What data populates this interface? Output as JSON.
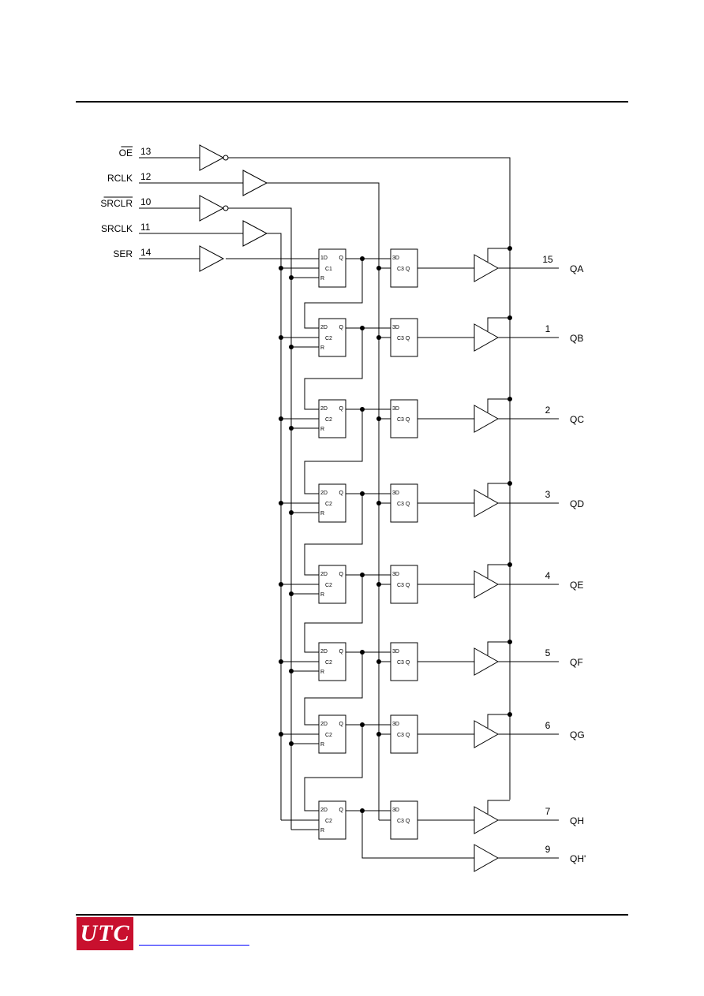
{
  "inputs": [
    {
      "name": "OE",
      "pin": "13",
      "overbar": true
    },
    {
      "name": "RCLK",
      "pin": "12",
      "overbar": false
    },
    {
      "name": "SRCLR",
      "pin": "10",
      "overbar": true
    },
    {
      "name": "SRCLK",
      "pin": "11",
      "overbar": false
    },
    {
      "name": "SER",
      "pin": "14",
      "overbar": false
    }
  ],
  "stages": [
    {
      "ff_d": "1D",
      "ff_clk": "C1",
      "out_pin": "15",
      "out_name": "QA"
    },
    {
      "ff_d": "2D",
      "ff_clk": "C2",
      "out_pin": "1",
      "out_name": "QB"
    },
    {
      "ff_d": "2D",
      "ff_clk": "C2",
      "out_pin": "2",
      "out_name": "QC"
    },
    {
      "ff_d": "2D",
      "ff_clk": "C2",
      "out_pin": "3",
      "out_name": "QD"
    },
    {
      "ff_d": "2D",
      "ff_clk": "C2",
      "out_pin": "4",
      "out_name": "QE"
    },
    {
      "ff_d": "2D",
      "ff_clk": "C2",
      "out_pin": "5",
      "out_name": "QF"
    },
    {
      "ff_d": "2D",
      "ff_clk": "C2",
      "out_pin": "6",
      "out_name": "QG"
    },
    {
      "ff_d": "2D",
      "ff_clk": "C2",
      "out_pin": "7",
      "out_name": "QH"
    }
  ],
  "ff_labels": {
    "q": "Q",
    "r": "R"
  },
  "latch_labels": {
    "d": "3D",
    "clk": "C3",
    "q": "Q"
  },
  "serial_out": {
    "pin": "9",
    "name": "QH'"
  },
  "logo": {
    "text": "UTC",
    "color": "#c8102e"
  }
}
